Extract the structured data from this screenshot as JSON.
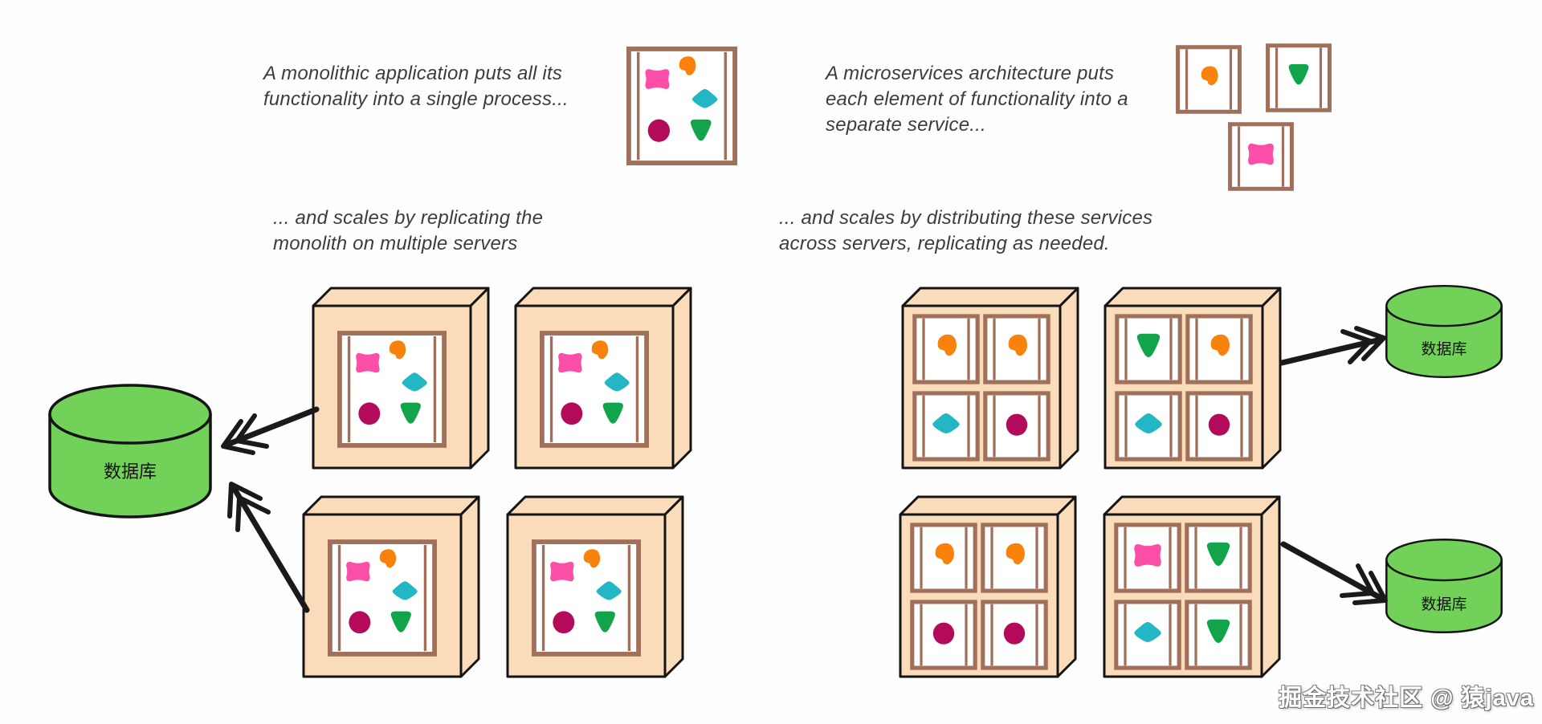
{
  "monolith_panel": {
    "intro_text": "A monolithic application puts all its\nfunctionality into a single process...",
    "scale_text": "... and scales by replicating the\nmonolith on multiple servers",
    "monolith_shapes": [
      "pink",
      "orange",
      "cyan",
      "magenta",
      "green"
    ],
    "server_count": 4,
    "database": {
      "label": "数据库"
    }
  },
  "microservices_panel": {
    "intro_text": "A microservices architecture puts\neach element of functionality into a\nseparate service...",
    "scale_text": "... and scales by distributing these services\nacross servers, replicating as needed.",
    "floating_services": [
      "orange",
      "green",
      "pink"
    ],
    "servers": [
      {
        "cells": [
          "orange",
          "orange",
          "cyan",
          "magenta"
        ]
      },
      {
        "cells": [
          "green",
          "orange",
          "cyan",
          "magenta"
        ]
      },
      {
        "cells": [
          "orange",
          "orange",
          "magenta",
          "magenta"
        ]
      },
      {
        "cells": [
          "pink",
          "green",
          "cyan",
          "green"
        ]
      }
    ],
    "databases": [
      {
        "label": "数据库"
      },
      {
        "label": "数据库"
      }
    ]
  },
  "watermark": "掘金技术社区 @ 猿java",
  "colors": {
    "shape_pink": "#FB4FA7",
    "shape_orange": "#F8820B",
    "shape_cyan": "#23B6C5",
    "shape_magenta": "#B30B59",
    "shape_green": "#12A44B",
    "server_fill": "#FBDCBA",
    "box_border_brown": "#A1705A",
    "database_fill": "#72D158",
    "outline": "#141414",
    "text": "#3C3C3C"
  }
}
